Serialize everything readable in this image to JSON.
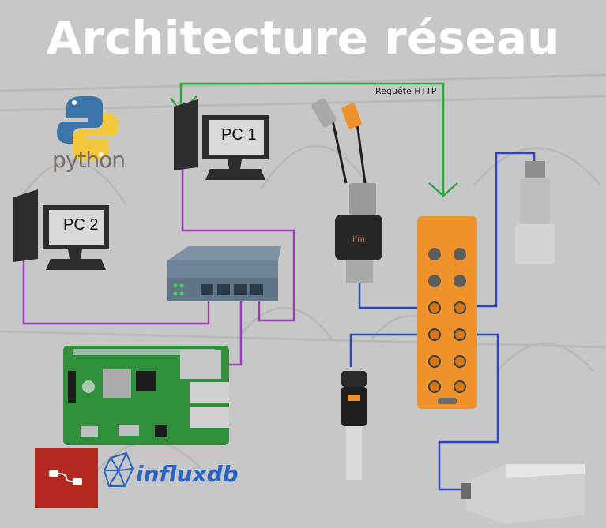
{
  "title": "Architecture réseau",
  "http_label": "Requête HTTP",
  "pc1_label": "PC 1",
  "pc2_label": "PC 2",
  "python_label": "python",
  "nodered_label": "Node-RED",
  "influx_label": "influxdb",
  "colors": {
    "background": "#c7c7c7",
    "ethernet_link": "#9b3fb5",
    "http_link": "#2aa83a",
    "sensor_link": "#2b44c8",
    "io_module": "#f0922b"
  }
}
